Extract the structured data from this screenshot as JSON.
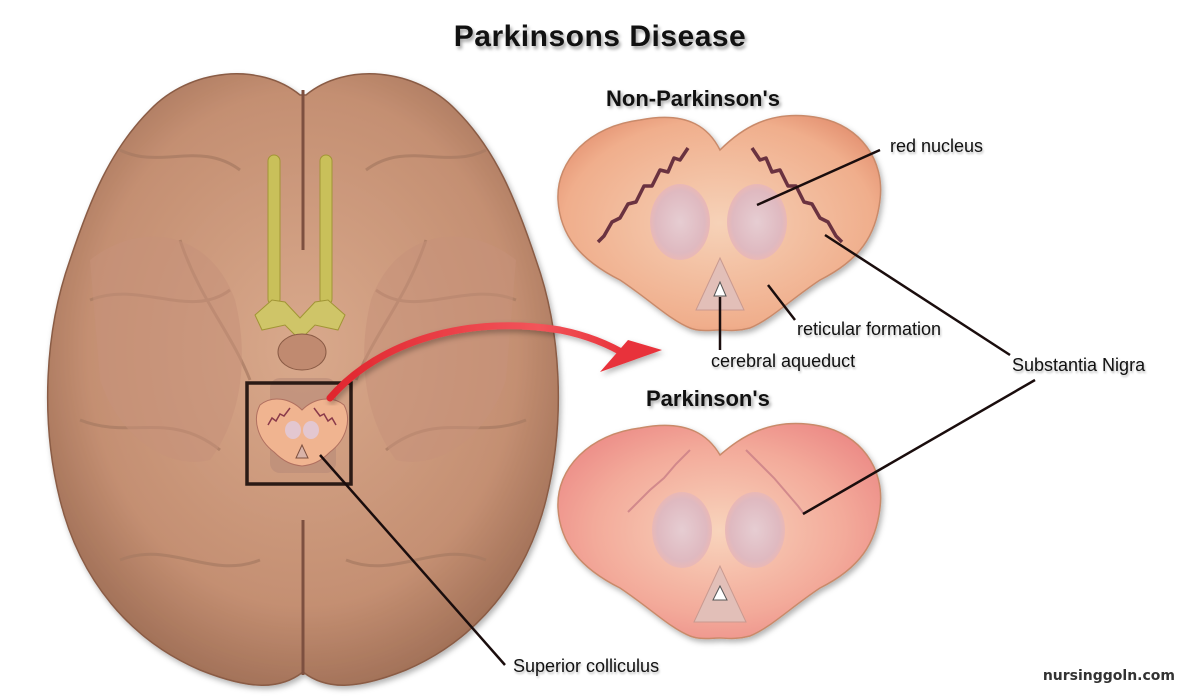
{
  "title": "Parkinsons Disease",
  "sections": {
    "normal": {
      "heading": "Non-Parkinson's"
    },
    "disease": {
      "heading": "Parkinson's"
    }
  },
  "labels": {
    "red_nucleus": "red nucleus",
    "reticular_formation": "reticular formation",
    "cerebral_aqueduct": "cerebral aqueduct",
    "substantia_nigra": "Substantia Nigra",
    "superior_colliculus": "Superior colliculus"
  },
  "illustrations": {
    "brain": "inferior-view-brain",
    "highlight_box": "midbrain-location-box",
    "arrow": "red-curved-arrow",
    "cross_section_normal": "midbrain-cross-section-normal",
    "cross_section_parkinsons": "midbrain-cross-section-parkinsons"
  },
  "colors": {
    "brain": "#c9977a",
    "brain_shadow": "#9c6d55",
    "olfactory": "#c9c05a",
    "section_fill": "#f0b28e",
    "section_pink": "#f2a3a0",
    "nucleus": "#e8c6cc",
    "nigra_normal": "#6a3040",
    "nigra_faded": "#c97e86",
    "arrow": "#e8323a",
    "leader": "#1a0d0d"
  },
  "watermark": "nursinggoln.com"
}
